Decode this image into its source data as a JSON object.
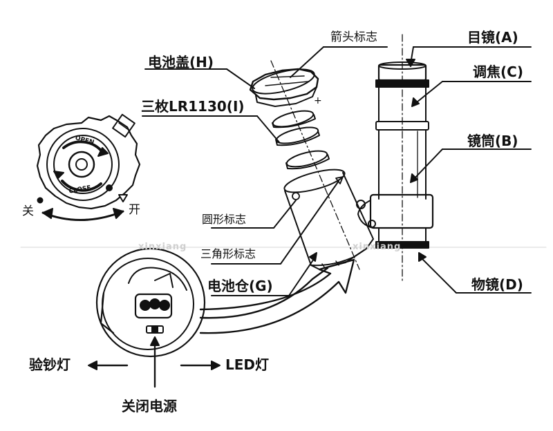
{
  "labels": {
    "eyepiece": "目镜(A)",
    "arrow_mark": "箭头标志",
    "battery_cover": "电池盖(H)",
    "focus": "调焦(C)",
    "batteries": "三枚LR1130(I)",
    "barrel": "镜筒(B)",
    "round_mark": "圆形标志",
    "triangle_mark": "三角形标志",
    "battery_compartment": "电池仓(G)",
    "objective": "物镜(D)",
    "close": "关",
    "open": "开",
    "currency_lamp": "验钞灯",
    "led_lamp": "LED灯",
    "power_off": "关闭电源",
    "cap_open_word": "OPEN",
    "cap_close_word": "CLOSE"
  },
  "watermarks": [
    "xinxiang",
    "xinxiang"
  ],
  "colors": {
    "line": "#111111",
    "watermark": "#cfcfcf"
  }
}
